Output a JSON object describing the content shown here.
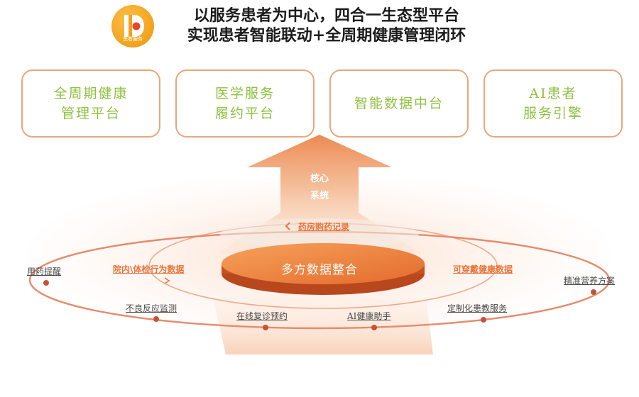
{
  "logo": {
    "icon": "circle-d-logo-icon",
    "caption": "患者服务",
    "color_outer": "#f2a21a",
    "color_letter": "#ffffff",
    "color_dot": "#e8452a"
  },
  "headline": {
    "line1": "以服务患者为中心，四合一生态型平台",
    "line2": "实现患者智能联动+全周期健康管理闭环"
  },
  "platforms": [
    {
      "line1": "全周期健康",
      "line2": "管理平台"
    },
    {
      "line1": "医学服务",
      "line2": "履约平台"
    },
    {
      "line1": "智能数据中台",
      "line2": ""
    },
    {
      "line1": "AI患者",
      "line2": "服务引擎"
    }
  ],
  "core_system": {
    "line1": "核心",
    "line2": "系统"
  },
  "center_disk": "多方数据整合",
  "inner_ring_labels": {
    "top": "药房购药记录",
    "left": "院内\\体检行为数据",
    "right": "可穿戴健康数据"
  },
  "outer_ring_labels": [
    "用药提醒",
    "不良反应监测",
    "在线复诊预约",
    "AI健康助手",
    "定制化患教服务",
    "精准营养方案"
  ],
  "colors": {
    "accent_orange": "#e8743b",
    "box_border": "#e9a87b",
    "box_text": "#8fc041",
    "ring": "#e9896a",
    "node": "#c2543a"
  }
}
